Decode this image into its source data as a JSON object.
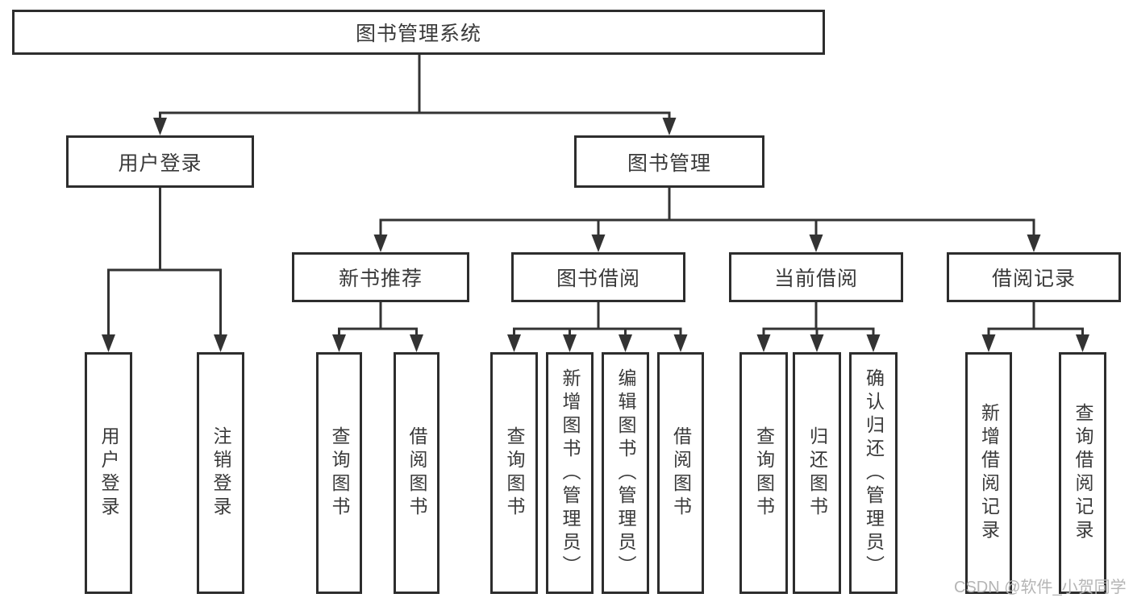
{
  "tree": {
    "root": "图书管理系统",
    "branches": [
      {
        "label": "用户登录",
        "children": [
          "用户登录",
          "注销登录"
        ]
      },
      {
        "label": "图书管理",
        "sections": [
          {
            "label": "新书推荐",
            "children": [
              "查询图书",
              "借阅图书"
            ]
          },
          {
            "label": "图书借阅",
            "children": [
              "查询图书",
              "新增图书（管理员）",
              "编辑图书（管理员）",
              "借阅图书"
            ]
          },
          {
            "label": "当前借阅",
            "children": [
              "查询图书",
              "归还图书",
              "确认归还（管理员）"
            ]
          },
          {
            "label": "借阅记录",
            "children": [
              "新增借阅记录",
              "查询借阅记录"
            ]
          }
        ]
      }
    ]
  },
  "watermark": "CSDN @软件_小贺同学",
  "colors": {
    "line": "#333333",
    "box_border": "#2d2d2d",
    "text": "#3a3a3a",
    "watermark": "#b5b5b5",
    "background": "#ffffff"
  }
}
